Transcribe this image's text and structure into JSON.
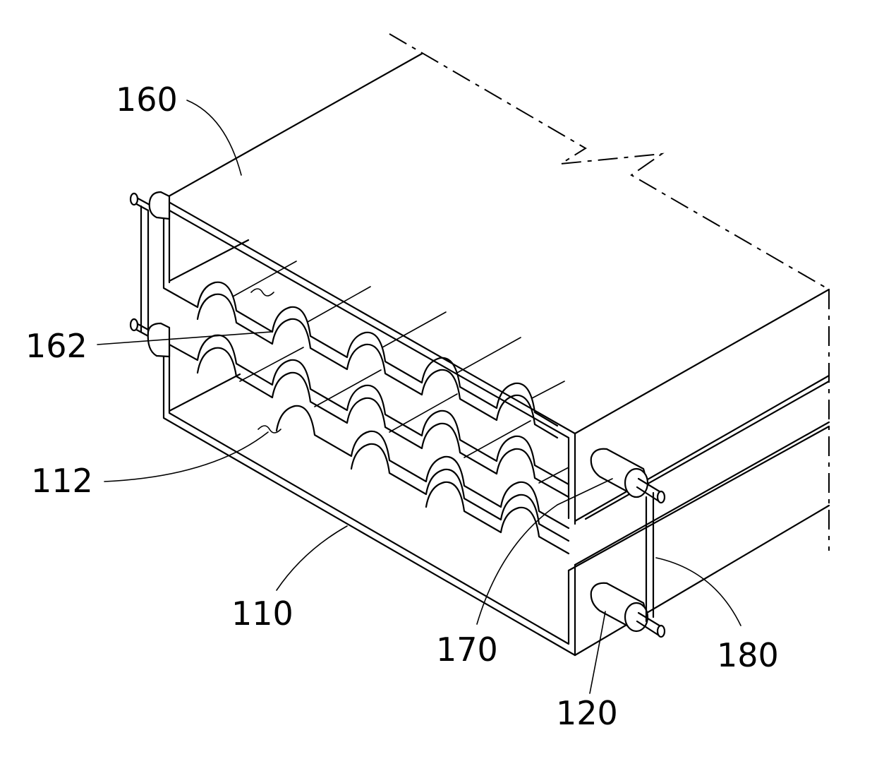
{
  "labels": {
    "l160": "160",
    "l162": "162",
    "l112": "112",
    "l110": "110",
    "l170": "170",
    "l180": "180",
    "l120": "120"
  }
}
